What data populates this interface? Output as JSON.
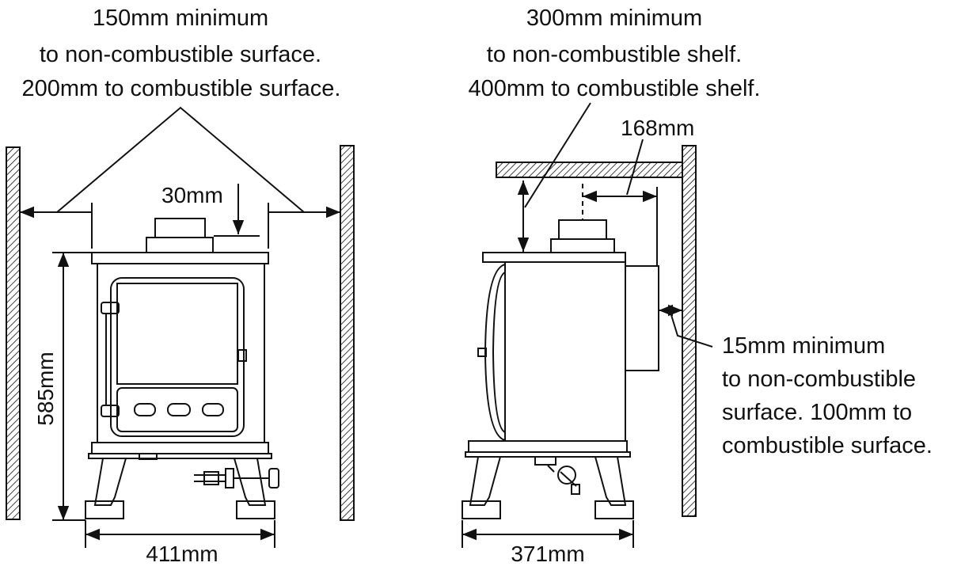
{
  "labels": {
    "side_clearance": [
      "150mm minimum",
      "to non-combustible surface.",
      "200mm to combustible surface."
    ],
    "shelf_clearance": [
      "300mm minimum",
      "to non-combustible shelf.",
      "400mm to combustible shelf."
    ],
    "rear_clearance": [
      "15mm minimum",
      "to non-combustible",
      "surface. 100mm to",
      "combustible surface."
    ],
    "flue_offset": "168mm",
    "top_gap": "30mm",
    "height": "585mm",
    "front_width": "411mm",
    "side_depth": "371mm"
  },
  "colors": {
    "line": "#111111",
    "background": "#ffffff"
  }
}
